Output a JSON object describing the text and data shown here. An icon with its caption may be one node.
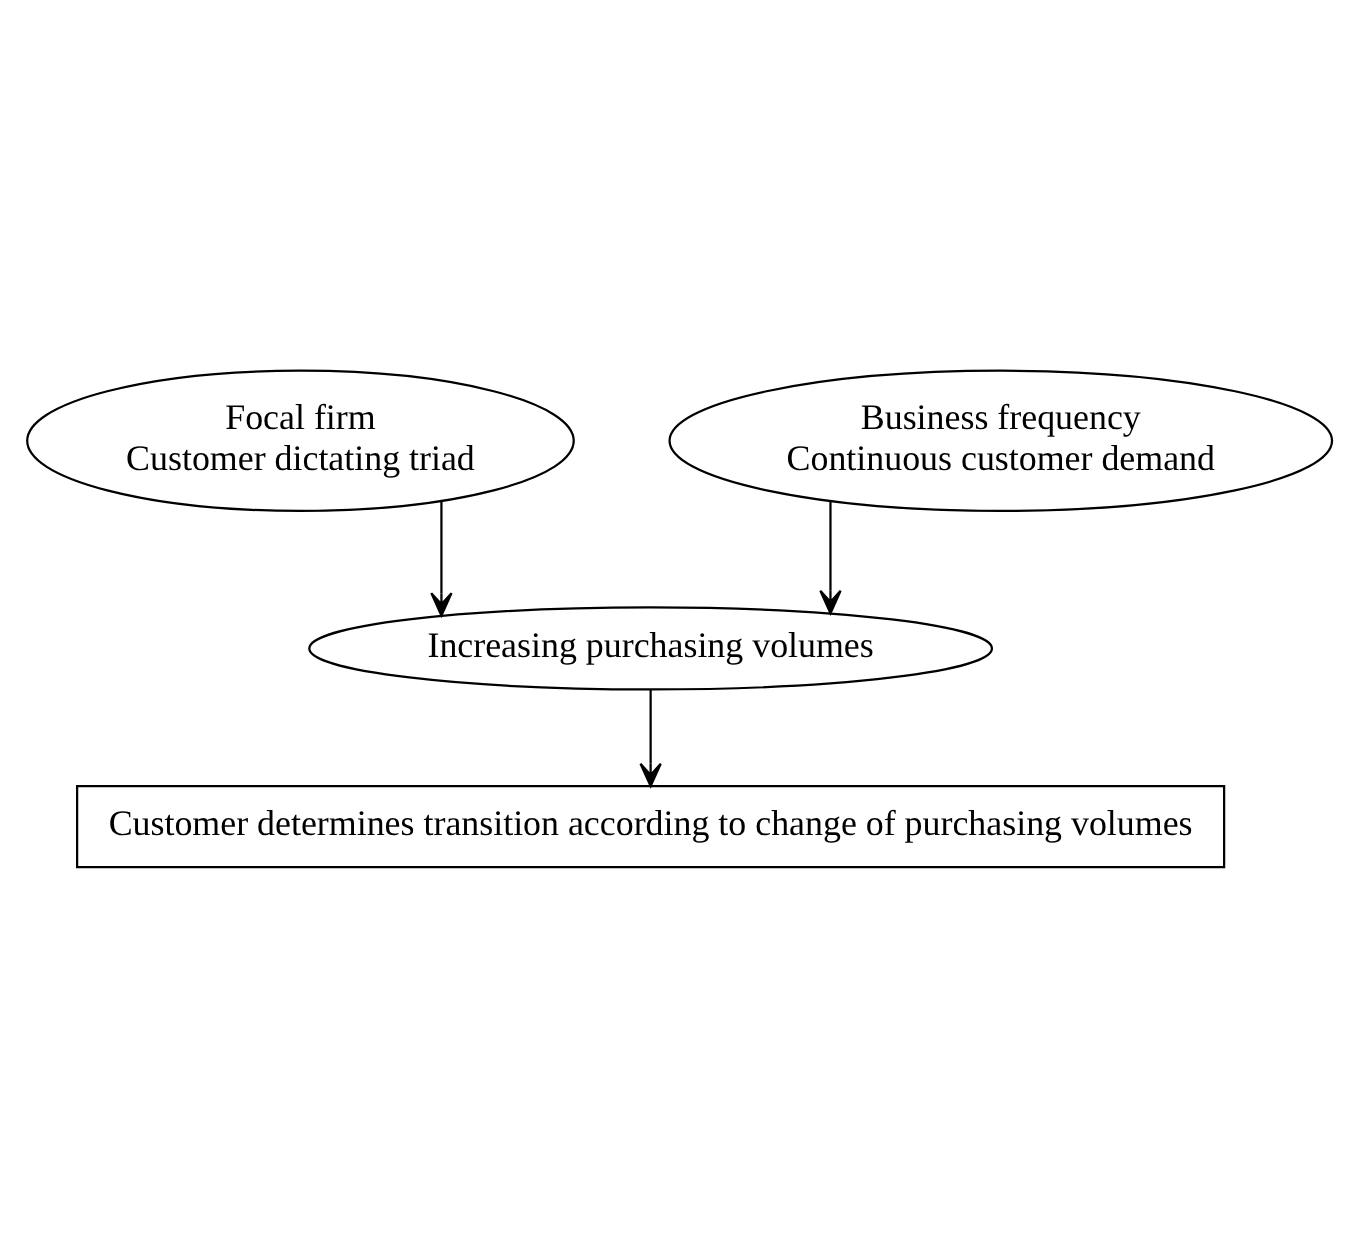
{
  "diagram": {
    "nodes": [
      {
        "text": [
          "Focal firm",
          "Customer dictating triad"
        ]
      },
      {
        "text": [
          "Business frequency",
          "Continuous customer demand"
        ]
      },
      {
        "text": [
          "Increasing purchasing volumes"
        ]
      },
      {
        "text": [
          "Customer determines transition according to change of purchasing volumes"
        ]
      }
    ],
    "edges": [
      {
        "from": 0,
        "to": 2,
        "arrow": "to"
      },
      {
        "from": 1,
        "to": 2,
        "arrow": "to"
      },
      {
        "from": 2,
        "to": 3,
        "arrow": "to"
      }
    ]
  }
}
